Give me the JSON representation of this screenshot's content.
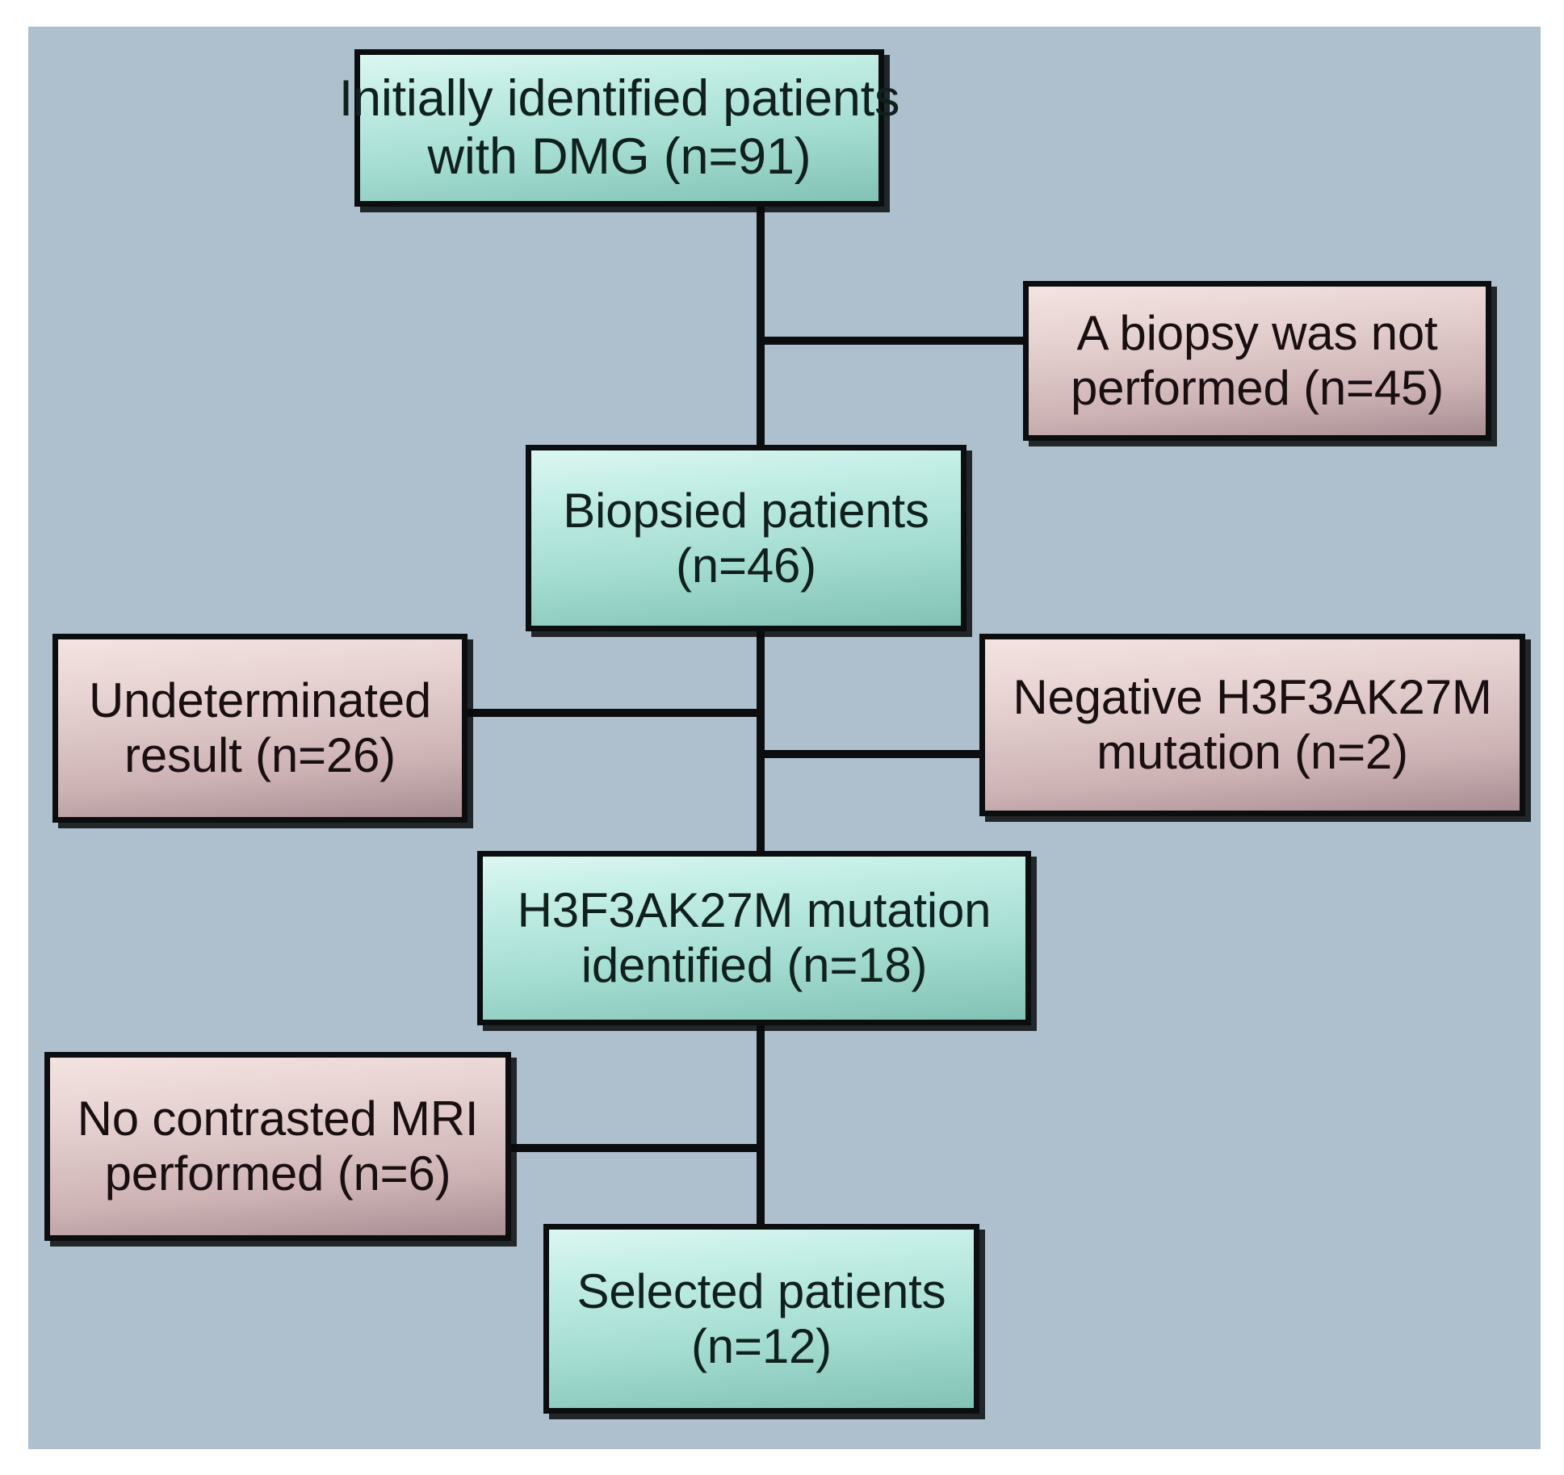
{
  "figure": {
    "type": "flowchart",
    "title": "Patient selection flow diagram for DMG cohort",
    "background_color": "#aebfcd",
    "line_color": "#0b0d0f",
    "included_box_color": "#a6ded3",
    "excluded_box_color": "#cdb2b4"
  },
  "nodes": {
    "initial": {
      "id": "initially-identified-patients",
      "kind": "included",
      "line1": "Initially identified patients",
      "line2": "with DMG (n=91)",
      "n": 91
    },
    "no_biopsy": {
      "id": "biopsy-not-performed",
      "kind": "excluded",
      "line1": "A biopsy was not",
      "line2": "performed (n=45)",
      "n": 45
    },
    "biopsied": {
      "id": "biopsied-patients",
      "kind": "included",
      "line1": "Biopsied patients",
      "line2": "(n=46)",
      "n": 46
    },
    "undetermined": {
      "id": "undeterminated-result",
      "kind": "excluded",
      "line1": "Undeterminated",
      "line2": "result (n=26)",
      "n": 26
    },
    "negative": {
      "id": "negative-h3f3ak27m-mutation",
      "kind": "excluded",
      "line1": "Negative H3F3AK27M",
      "line2": "mutation (n=2)",
      "n": 2
    },
    "mutation": {
      "id": "h3f3ak27m-mutation-identified",
      "kind": "included",
      "line1": "H3F3AK27M mutation",
      "line2": "identified (n=18)",
      "n": 18
    },
    "no_mri": {
      "id": "no-contrasted-mri-performed",
      "kind": "excluded",
      "line1": "No contrasted MRI",
      "line2": "performed (n=6)",
      "n": 6
    },
    "selected": {
      "id": "selected-patients",
      "kind": "included",
      "line1": "Selected patients",
      "line2": "(n=12)",
      "n": 12
    }
  },
  "chart_data": {
    "type": "flowchart",
    "title": "Patient selection flow diagram for DMG cohort",
    "stages": [
      {
        "label": "Initially identified patients with DMG",
        "n": 91,
        "kind": "included"
      },
      {
        "label": "A biopsy was not performed",
        "n": 45,
        "kind": "excluded"
      },
      {
        "label": "Biopsied patients",
        "n": 46,
        "kind": "included"
      },
      {
        "label": "Undeterminated result",
        "n": 26,
        "kind": "excluded"
      },
      {
        "label": "Negative H3F3AK27M mutation",
        "n": 2,
        "kind": "excluded"
      },
      {
        "label": "H3F3AK27M mutation identified",
        "n": 18,
        "kind": "included"
      },
      {
        "label": "No contrasted MRI performed",
        "n": 6,
        "kind": "excluded"
      },
      {
        "label": "Selected patients",
        "n": 12,
        "kind": "included"
      }
    ],
    "edges": [
      {
        "from": "Initially identified patients with DMG",
        "to": "A biopsy was not performed"
      },
      {
        "from": "Initially identified patients with DMG",
        "to": "Biopsied patients"
      },
      {
        "from": "Biopsied patients",
        "to": "Undeterminated result"
      },
      {
        "from": "Biopsied patients",
        "to": "Negative H3F3AK27M mutation"
      },
      {
        "from": "Biopsied patients",
        "to": "H3F3AK27M mutation identified"
      },
      {
        "from": "H3F3AK27M mutation identified",
        "to": "No contrasted MRI performed"
      },
      {
        "from": "H3F3AK27M mutation identified",
        "to": "Selected patients"
      }
    ]
  }
}
